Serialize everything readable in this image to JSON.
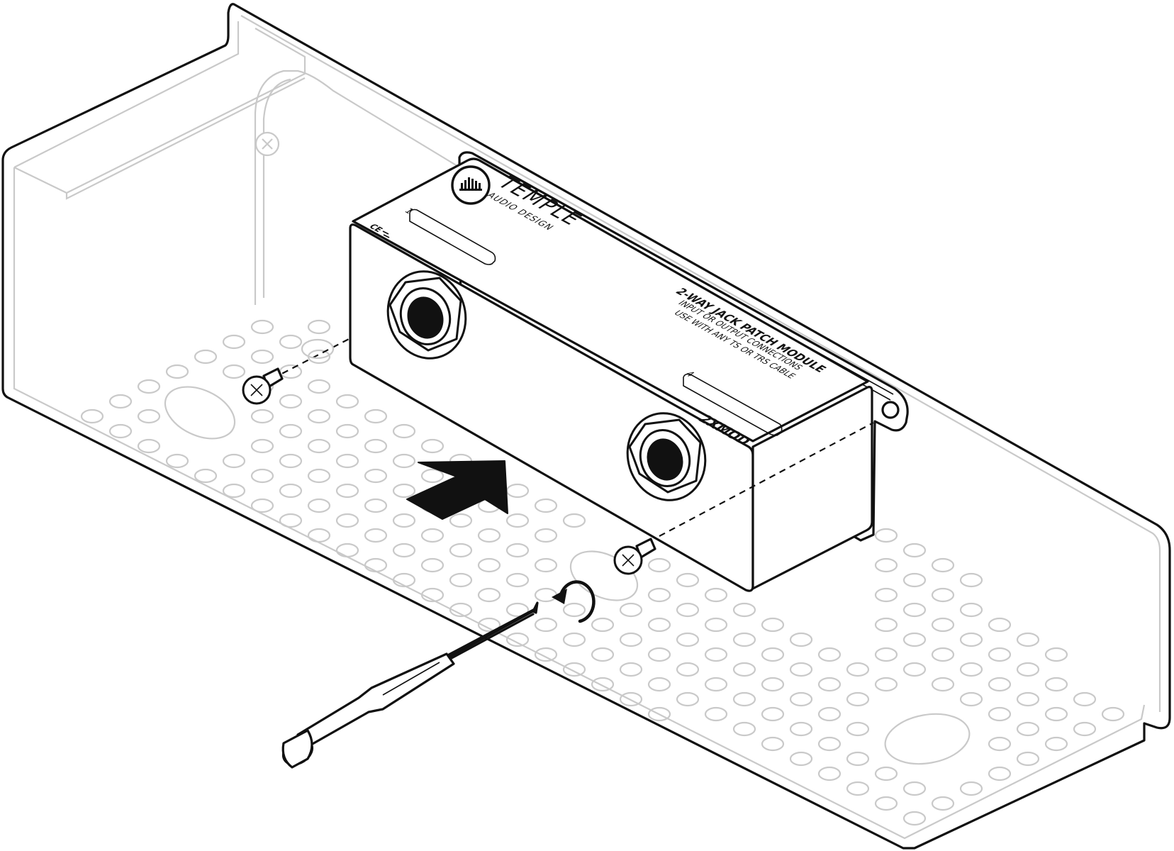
{
  "module": {
    "brand_name": "TEMPLE",
    "brand_sub": "AUDIO DESIGN",
    "title": "2-WAY JACK PATCH MODULE",
    "line1": "INPUT OR OUTPUT CONNECTIONS",
    "line2": "USE WITH ANY TS OR TRS CABLE",
    "model": "2XMOD",
    "label_slot_1": "1",
    "label_slot_4": "4",
    "cert_mark": "CE"
  },
  "icons": {
    "logo": "temple-logo-icon",
    "jack": "quarter-inch-jack-icon",
    "screw": "phillips-screw-icon",
    "rotate": "rotate-clockwise-icon",
    "arrow": "push-direction-arrow-icon",
    "screwdriver": "screwdriver-icon"
  },
  "colors": {
    "ink": "#111111",
    "ghost": "#c9c9c9",
    "background": "#ffffff"
  }
}
